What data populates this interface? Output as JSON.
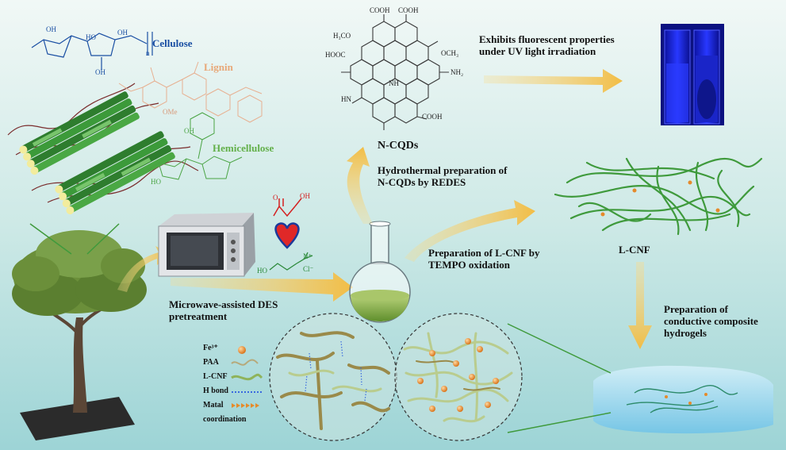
{
  "labels": {
    "cellulose": "Cellulose",
    "lignin": "Lignin",
    "hemicellulose": "Hemicellulose",
    "ncqds": "N-CQDs",
    "fluorescent": "Exhibits fluorescent properties\nunder UV light irradiation",
    "hydrothermal": "Hydrothermal preparation of\nN-CQDs by REDES",
    "lcnf": "L-CNF",
    "tempo": "Preparation of L-CNF by\nTEMPO oxidation",
    "microwave": "Microwave-assisted DES\npretreatment",
    "hydrogels": "Preparation of\nconductive composite\nhydrogels"
  },
  "legend": [
    {
      "label": "Fe³⁺",
      "icon": "orange-sphere-icon"
    },
    {
      "label": "PAA",
      "icon": "wavy-line-icon"
    },
    {
      "label": "L-CNF",
      "icon": "green-fiber-icon"
    },
    {
      "label": "H bond",
      "icon": "blue-dotted-line-icon"
    },
    {
      "label": "Matal",
      "icon": "orange-chevron-line-icon"
    },
    {
      "label": "coordination",
      "icon": ""
    }
  ],
  "chem": {
    "oh": "OH",
    "ho": "HO",
    "n_sub": "n",
    "ome": "OMe",
    "cl": "Cl⁻",
    "n_plus": "N⁺",
    "o": "O",
    "cooh": "COOH",
    "h3co": "H₃CO",
    "och3": "OCH₃",
    "hooc": "HOOC",
    "nh2": "NH₂",
    "hn": "HN",
    "nh": "NH"
  },
  "colors": {
    "background_top": "#eef7f4",
    "background_bottom": "#9fd6d7",
    "arrow": "#f4c45a",
    "fiber": "#3f9a3c",
    "cellulose_text": "#1a4fa3",
    "lignin_text": "#e8a878",
    "hemicellulose_text": "#63b04a",
    "uv_blue": "#1f2bd6",
    "fe": "#e58a2a"
  }
}
